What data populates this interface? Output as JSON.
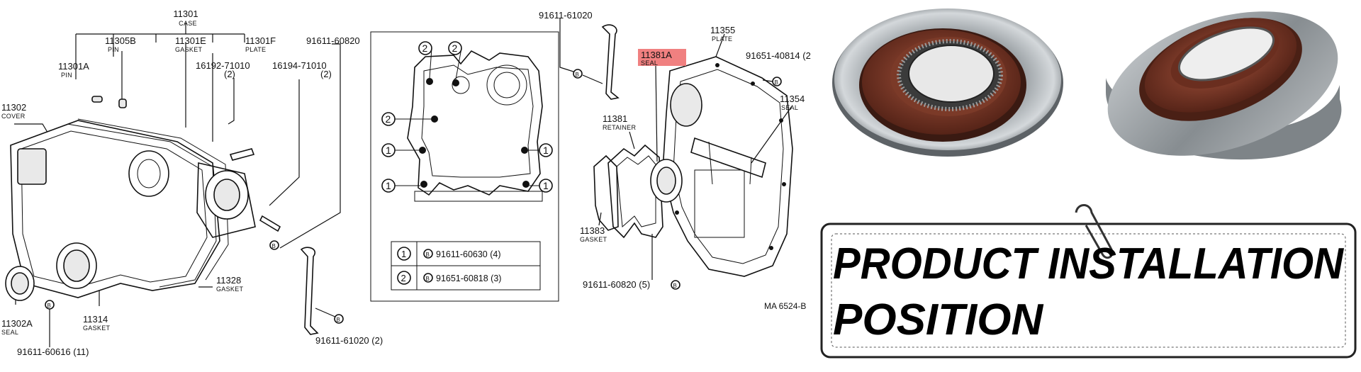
{
  "callouts": {
    "p11301": {
      "num": "11301",
      "cap": "CASE"
    },
    "p11305B": {
      "num": "11305B",
      "cap": "PIN"
    },
    "p11301E": {
      "num": "11301E",
      "cap": "GASKET"
    },
    "p11301F": {
      "num": "11301F",
      "cap": "PLATE"
    },
    "p91611_60820a": {
      "num": "91611-60820",
      "cap": ""
    },
    "p16192": {
      "num": "16192-71010",
      "cap": "(2)"
    },
    "p16194": {
      "num": "16194-71010",
      "cap": "(2)"
    },
    "p11301A": {
      "num": "11301A",
      "cap": "PIN"
    },
    "p11302": {
      "num": "11302",
      "cap": "COVER"
    },
    "p11328": {
      "num": "11328",
      "cap": "GASKET"
    },
    "p11302A": {
      "num": "11302A",
      "cap": "SEAL"
    },
    "p11314": {
      "num": "11314",
      "cap": "GASKET"
    },
    "p91611_60616": {
      "num": "91611-60616 (11)",
      "cap": ""
    },
    "p91611_61020b": {
      "num": "91611-61020 (2)",
      "cap": ""
    },
    "p91611_61020a": {
      "num": "91611-61020",
      "cap": ""
    },
    "p11355": {
      "num": "11355",
      "cap": "PLATE"
    },
    "p11381A": {
      "num": "11381A",
      "cap": "SEAL"
    },
    "p91651_40814": {
      "num": "91651-40814 (2",
      "cap": ""
    },
    "p11354": {
      "num": "11354",
      "cap": "SEAL"
    },
    "p11381": {
      "num": "11381",
      "cap": "RETAINER"
    },
    "p11383": {
      "num": "11383",
      "cap": "GASKET"
    },
    "p91611_60820b": {
      "num": "91611-60820 (5)",
      "cap": ""
    }
  },
  "markers": {
    "one": "1",
    "two": "2",
    "bolt": "B"
  },
  "legend": [
    {
      "marker": "1",
      "part": "91611-60630 (4)"
    },
    {
      "marker": "2",
      "part": "91651-60818 (3)"
    }
  ],
  "diagram_code": "MA 6524-B",
  "highlight_color": "#f08080",
  "banner": {
    "line1": "PRODUCT INSTALLATION",
    "line2": "POSITION"
  }
}
